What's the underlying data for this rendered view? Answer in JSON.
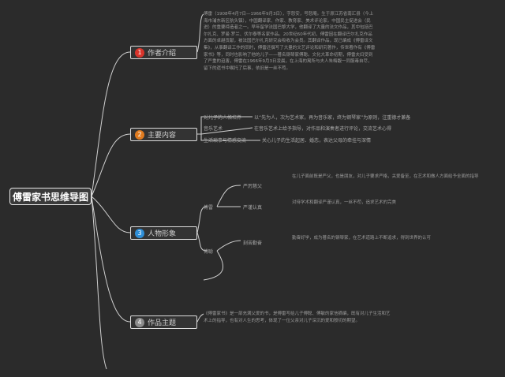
{
  "root": {
    "title": "傅雷家书思维导图"
  },
  "branches": [
    {
      "num": "1",
      "label": "作者介绍",
      "color": "#d9342b"
    },
    {
      "num": "2",
      "label": "主要内容",
      "color": "#e07b1f"
    },
    {
      "num": "3",
      "label": "人物形象",
      "color": "#2f8fd8"
    },
    {
      "num": "4",
      "label": "作品主题",
      "color": "#8c8c8c"
    }
  ],
  "author_text": "傅雷（1908年4月7日—1966年9月3日），字怒安，号怒庵。生于原江苏省南汇县（今上海市浦东新区航头镇），中国翻译家、作家、教育家、美术评论家。中国民主促进会（民进）的重要缔造者之一。早年留学法国巴黎大学，他翻译了大量的法文作品，其中包括巴尔扎克、罗曼·罗兰、伏尔泰等名家作品。20世纪60年代初，傅雷因在翻译巴尔扎克作品方面的卓越贡献，被法国巴尔扎克研究会吸收为会员。其翻译作品，现已编成《傅雷译文集》，从事翻译工作的同时，傅雷还撰写了大量的文艺评论和研究著作，传世著作有《傅雷家书》等，同时也影响了他的儿子——著名钢琴家傅聪。文化大革命初期，傅雷夫妇受到了严重的迫害，傅雷在1966年9月3日凌晨，在上海的寓所与夫人朱梅馥一同服毒自尽，留下的遗书中嘱托了后事，依旧是一丝不苟。",
  "content": {
    "items": [
      {
        "label": "对儿子的人格培养",
        "text": "以“先为人，次为艺术家，再为音乐家，终为钢琴家”为原则，注重德才兼备"
      },
      {
        "label": "音乐艺术",
        "text": "在音乐艺术上给予指导，对作品和演奏者进行评论，交流艺术心得"
      },
      {
        "label": "生活琐事与情感交流",
        "text": "关心儿子的生活起居、婚恋，表达父母的牵挂与深情"
      }
    ]
  },
  "characters": {
    "groups": [
      {
        "label": "傅雷",
        "items": [
          {
            "label": "严厉慈父",
            "text": "在儿子面前既是严父，也是朋友，对儿子要求严格，关爱备至，在艺术和做人方面给予全面的指导"
          },
          {
            "label": "严谨认真",
            "text": "对待学术和翻译严谨认真，一丝不苟，追求艺术的完美"
          }
        ]
      },
      {
        "label": "傅聪",
        "items": [
          {
            "label": "刻苦勤奋",
            "text": "勤奋好学，成为著名的钢琴家，在艺术道路上不断追求，得到世界的认可"
          }
        ]
      }
    ]
  },
  "theme_text": "《傅雷家书》是一部充满父爱的书，是傅雷写给儿子傅聪、傅敏的家信摘编，既有对儿子生活和艺术上的指导，也有对人生的思考，体现了一位父亲对儿子深沉的爱和殷切的期望。"
}
